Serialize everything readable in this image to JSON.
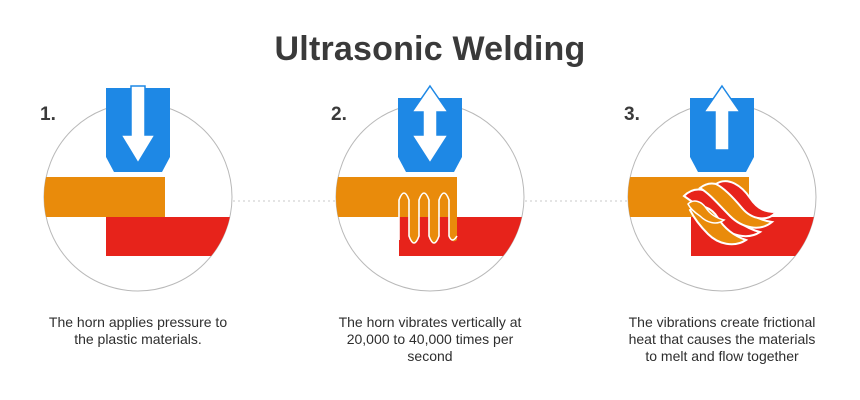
{
  "title": "Ultrasonic Welding",
  "colors": {
    "horn_blue": "#1e88e5",
    "top_material": "#e98b0b",
    "bottom_material": "#e7231b",
    "circle_outline": "#b9b9b9",
    "connector_dots": "#c8c8c8",
    "text": "#3a3a3a"
  },
  "steps": [
    {
      "number": "1.",
      "caption": "The horn applies pressure to\nthe plastic materials.",
      "horn_arrow": "down-arrow-icon"
    },
    {
      "number": "2.",
      "caption": "The horn vibrates vertically at\n20,000 to 40,000 times per\nsecond",
      "horn_arrow": "up-down-arrow-icon"
    },
    {
      "number": "3.",
      "caption": "The vibrations create frictional\nheat that causes the materials\nto melt and flow together",
      "horn_arrow": "up-arrow-icon"
    }
  ]
}
